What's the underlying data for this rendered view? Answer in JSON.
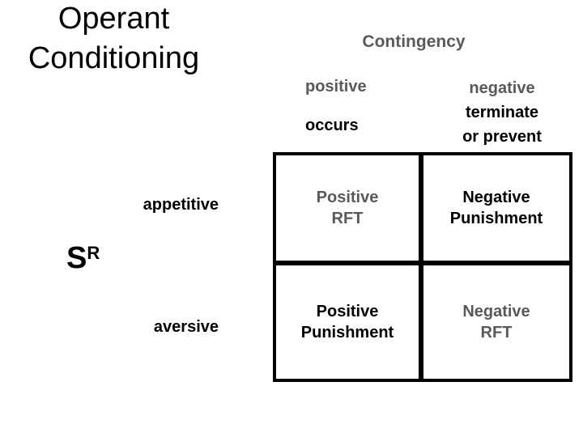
{
  "title": "Operant Conditioning",
  "colors": {
    "muted_gray": "#595959",
    "text_black": "#000000",
    "background": "#ffffff"
  },
  "matrix": {
    "top_axis": {
      "label": "Contingency",
      "columns": [
        {
          "label": "positive",
          "description": "occurs"
        },
        {
          "label": "negative",
          "description_line1": "terminate",
          "description_line2": "or prevent"
        }
      ]
    },
    "left_axis": {
      "symbol": {
        "base": "S",
        "superscript": "R"
      },
      "rows": [
        {
          "label": "appetitive"
        },
        {
          "label": "aversive"
        }
      ]
    },
    "cells": [
      {
        "line1": "Positive",
        "line2": "RFT",
        "tone": "gray",
        "row": "appetitive",
        "column": "positive"
      },
      {
        "line1": "Negative",
        "line2": "Punishment",
        "tone": "black",
        "row": "appetitive",
        "column": "negative"
      },
      {
        "line1": "Positive",
        "line2": "Punishment",
        "tone": "black",
        "row": "aversive",
        "column": "positive"
      },
      {
        "line1": "Negative",
        "line2": "RFT",
        "tone": "gray",
        "row": "aversive",
        "column": "negative"
      }
    ]
  }
}
